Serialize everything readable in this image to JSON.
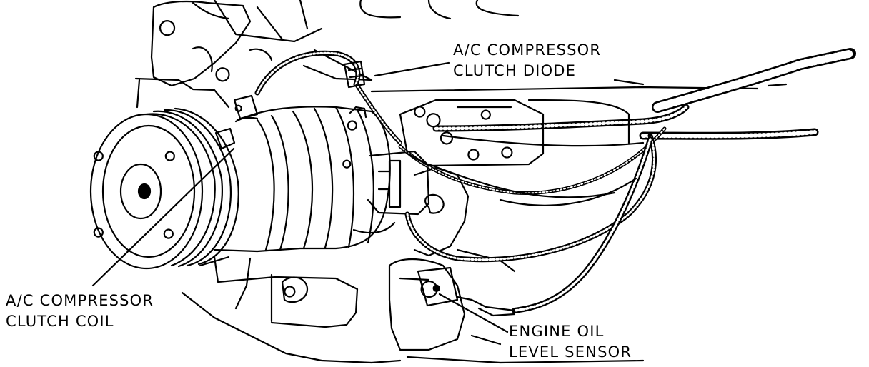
{
  "labels": {
    "diode": {
      "line1": "A/C COMPRESSOR",
      "line2": "CLUTCH DIODE"
    },
    "coil": {
      "line1": "A/C COMPRESSOR",
      "line2": "CLUTCH COIL"
    },
    "oil_sensor": {
      "line1": "ENGINE OIL",
      "line2": "LEVEL SENSOR"
    }
  },
  "colors": {
    "ink": "#000000",
    "paper": "#ffffff"
  }
}
